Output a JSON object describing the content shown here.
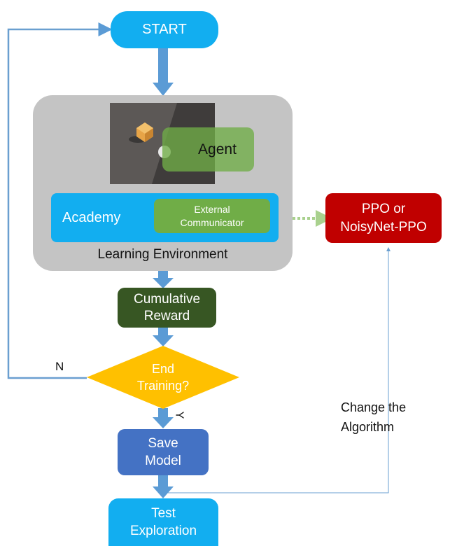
{
  "nodes": {
    "start": "START",
    "agent": "Agent",
    "academy": "Academy",
    "external_communicator": "External\nCommunicator",
    "learning_environment": "Learning Environment",
    "ppo": "PPO or\nNoisyNet-PPO",
    "cumulative_reward": "Cumulative\nReward",
    "end_training": "End\nTraining?",
    "save_model": "Save\nModel",
    "test_exploration": "Test\nExploration"
  },
  "edge_labels": {
    "no": "N",
    "yes": "Y",
    "change_algorithm": "Change the\nAlgorithm"
  },
  "colors": {
    "cyan": "#12aef0",
    "gray": "#c4c4c4",
    "green_box": "#70ad47",
    "dark_green": "#375623",
    "red": "#c00000",
    "yellow": "#ffc000",
    "blue": "#4472c4",
    "arrow": "#5b9bd5",
    "line": "#6a9fd0"
  }
}
